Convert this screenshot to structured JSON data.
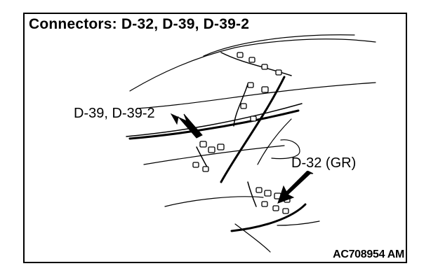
{
  "diagram": {
    "title": "Connectors: D-32, D-39, D-39-2",
    "callouts": {
      "d39": "D-39, D-39-2",
      "d32": "D-32 (GR)"
    },
    "figure_code": "AC708954 AM"
  }
}
